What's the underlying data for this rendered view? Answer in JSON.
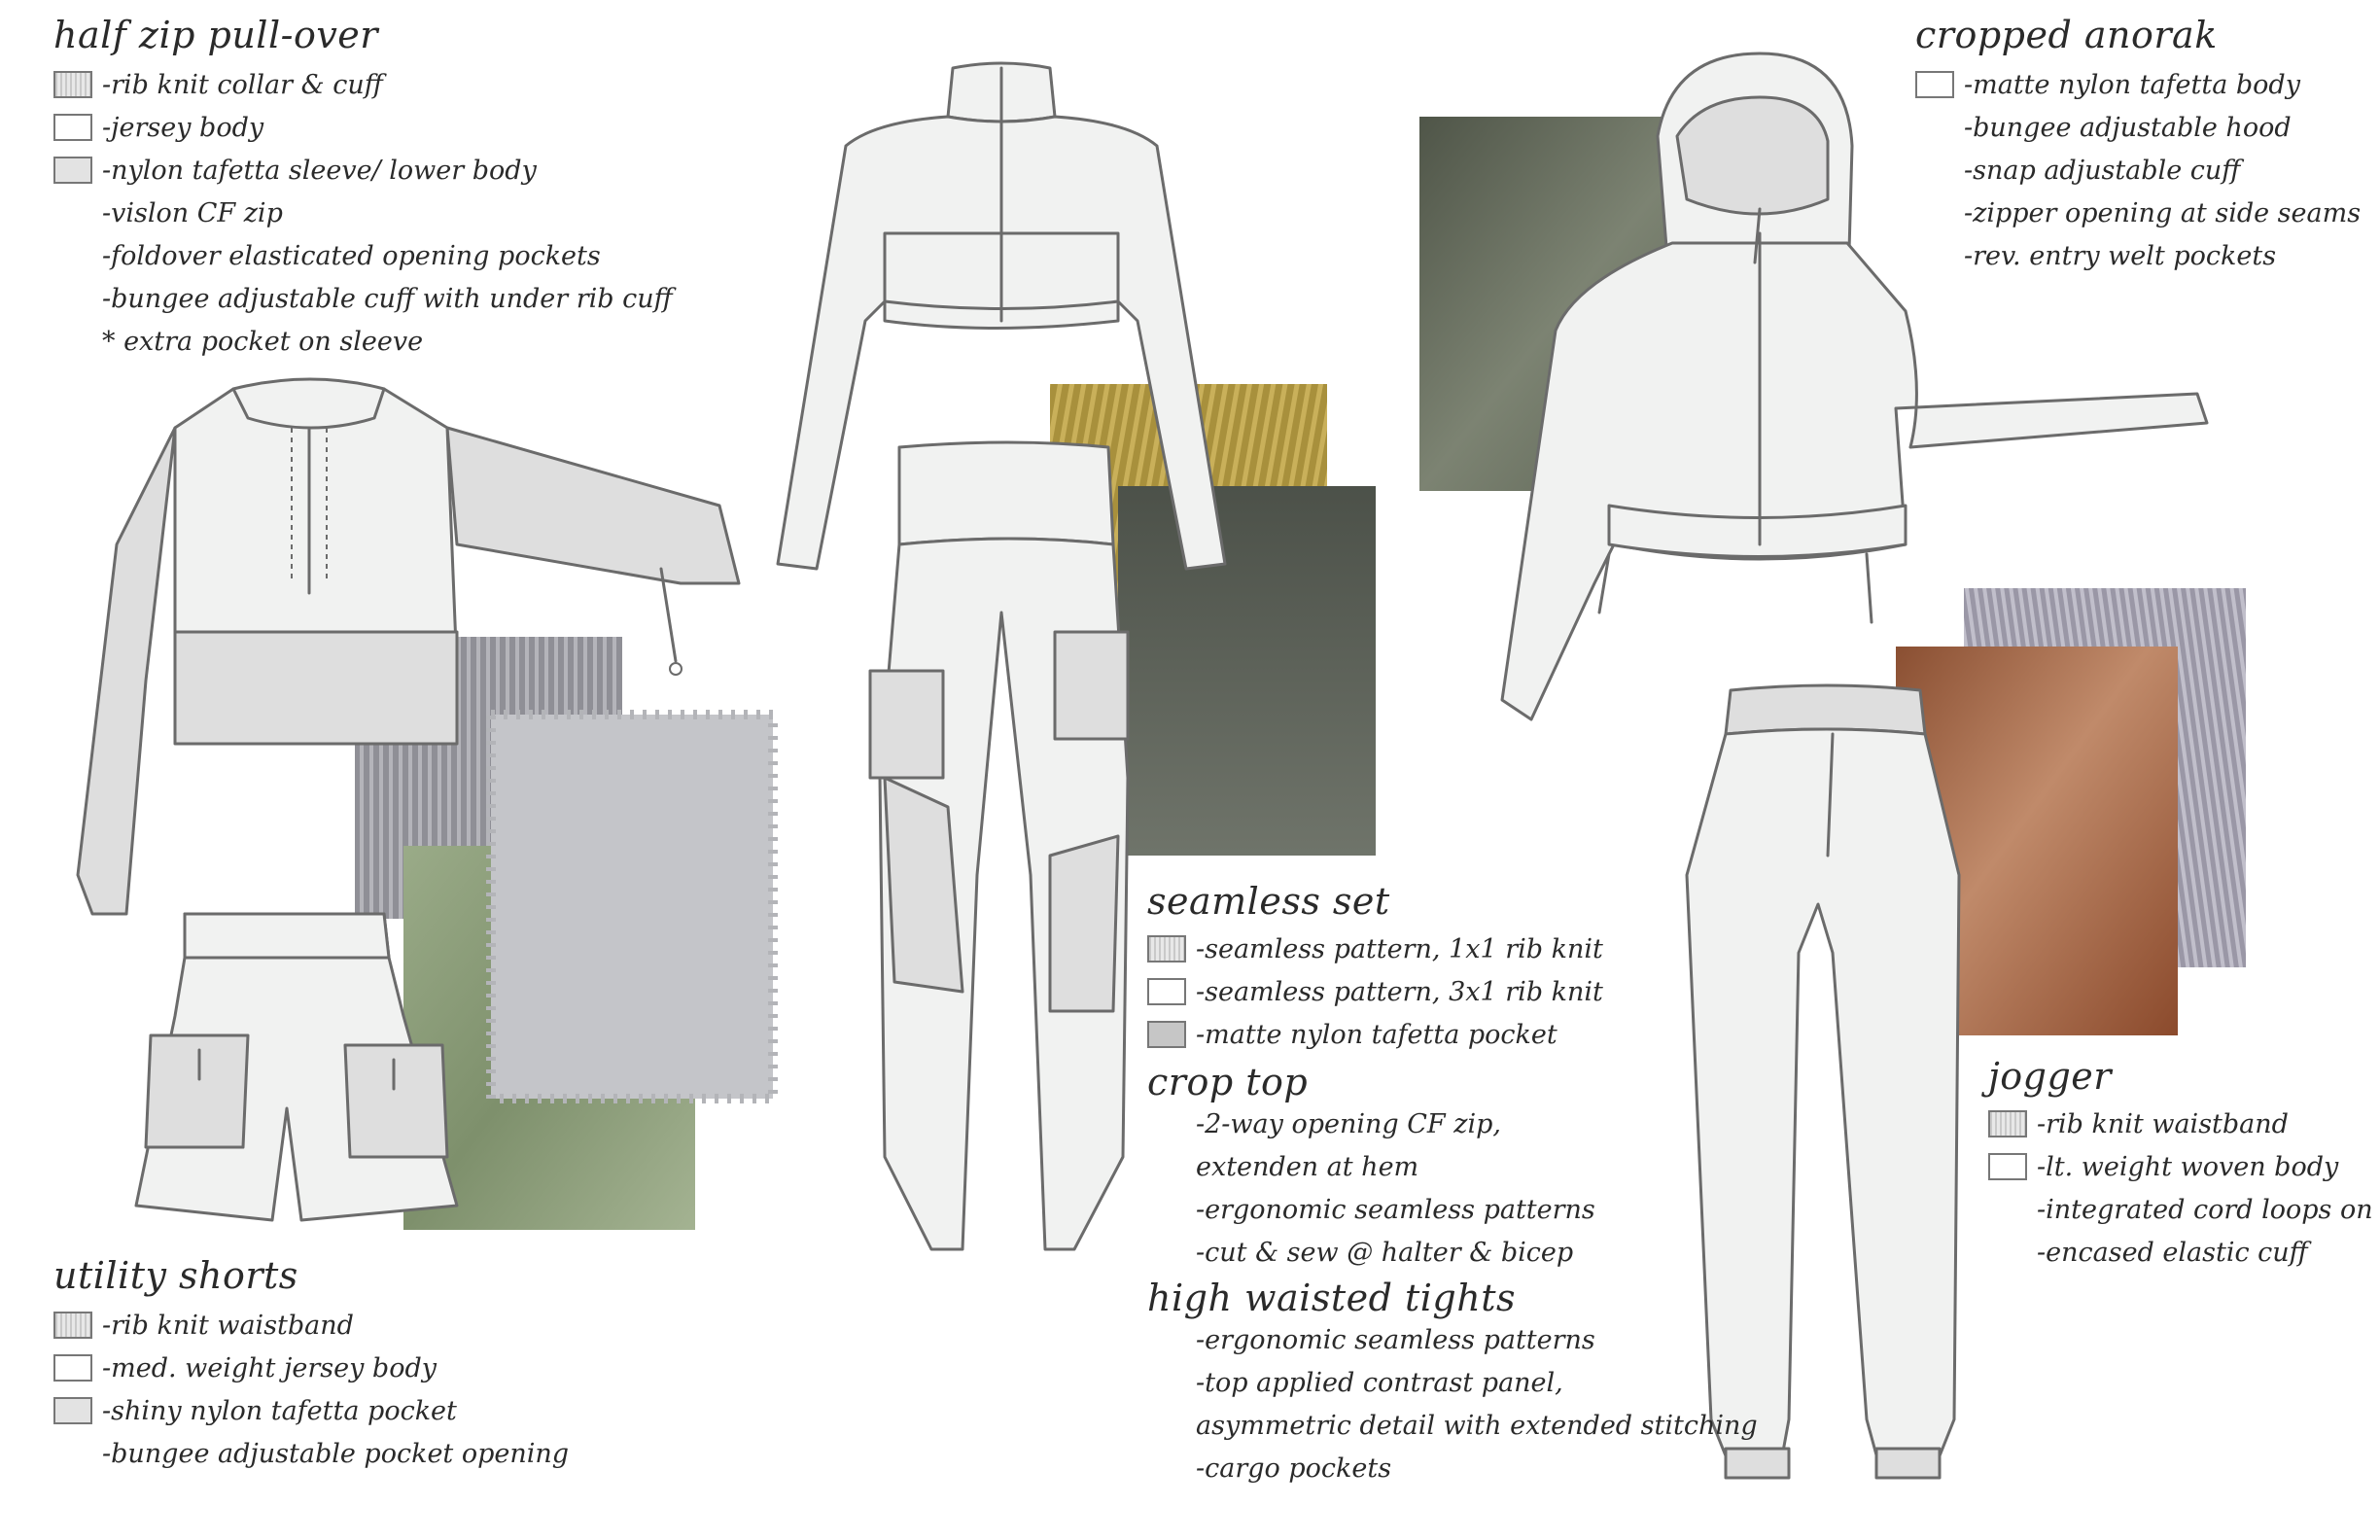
{
  "half_zip": {
    "title": "half zip pull-over",
    "items": [
      {
        "swatch": "rib",
        "text": "-rib knit collar & cuff"
      },
      {
        "swatch": "white",
        "text": "-jersey body"
      },
      {
        "swatch": "lightgray",
        "text": "-nylon tafetta sleeve/ lower body"
      },
      {
        "swatch": "",
        "text": "-vislon CF zip"
      },
      {
        "swatch": "",
        "text": "-foldover elasticated opening pockets"
      },
      {
        "swatch": "",
        "text": "-bungee adjustable cuff with under rib cuff"
      },
      {
        "swatch": "",
        "text": "* extra pocket on sleeve"
      }
    ]
  },
  "utility_shorts": {
    "title": "utility shorts",
    "items": [
      {
        "swatch": "rib",
        "text": "-rib knit waistband"
      },
      {
        "swatch": "white",
        "text": "-med. weight jersey body"
      },
      {
        "swatch": "lightgray",
        "text": "-shiny nylon tafetta pocket"
      },
      {
        "swatch": "",
        "text": "-bungee adjustable pocket opening"
      }
    ]
  },
  "seamless_set": {
    "title": "seamless set",
    "items": [
      {
        "swatch": "rib",
        "text": "-seamless pattern, 1x1 rib knit"
      },
      {
        "swatch": "white",
        "text": "-seamless pattern, 3x1 rib knit"
      },
      {
        "swatch": "gray",
        "text": "-matte nylon tafetta pocket"
      }
    ]
  },
  "crop_top": {
    "title": "crop top",
    "items": [
      {
        "text": "-2-way opening CF zip,"
      },
      {
        "text": "extenden at hem"
      },
      {
        "text": "-ergonomic seamless patterns"
      },
      {
        "text": "-cut & sew @ halter & bicep"
      }
    ]
  },
  "high_waisted_tights": {
    "title": "high waisted tights",
    "items": [
      {
        "text": "-ergonomic seamless patterns"
      },
      {
        "text": "-top applied contrast panel,"
      },
      {
        "text": "asymmetric detail with extended stitching"
      },
      {
        "text": "-cargo pockets"
      }
    ]
  },
  "cropped_anorak": {
    "title": "cropped anorak",
    "items": [
      {
        "swatch": "white",
        "text": "-matte nylon tafetta body"
      },
      {
        "swatch": "",
        "text": "-bungee adjustable hood"
      },
      {
        "swatch": "",
        "text": "-snap adjustable cuff"
      },
      {
        "swatch": "",
        "text": "-zipper opening at side seams"
      },
      {
        "swatch": "",
        "text": "-rev. entry welt pockets"
      }
    ]
  },
  "jogger": {
    "title": "jogger",
    "items": [
      {
        "swatch": "rib",
        "text": "-rib knit waistband"
      },
      {
        "swatch": "white",
        "text": "-lt. weight woven body"
      },
      {
        "swatch": "",
        "text": "-integrated cord loops on waist"
      },
      {
        "swatch": "",
        "text": "-encased elastic cuff"
      }
    ]
  },
  "fabric_swatches": [
    {
      "name": "gray-rib-knit-swatch",
      "color": "#9a9aa0"
    },
    {
      "name": "heather-gray-jersey-swatch",
      "color": "#c3c4c8"
    },
    {
      "name": "sage-green-nylon-swatch",
      "color": "#8c9e7a"
    },
    {
      "name": "mustard-rib-swatch",
      "color": "#b39a45"
    },
    {
      "name": "charcoal-olive-nylon-swatch",
      "color": "#5d6256"
    },
    {
      "name": "olive-gray-nylon-swatch",
      "color": "#7a8070"
    },
    {
      "name": "lavender-gray-rib-swatch",
      "color": "#a8a5b2"
    },
    {
      "name": "rust-brown-suede-swatch",
      "color": "#a86a48"
    }
  ]
}
